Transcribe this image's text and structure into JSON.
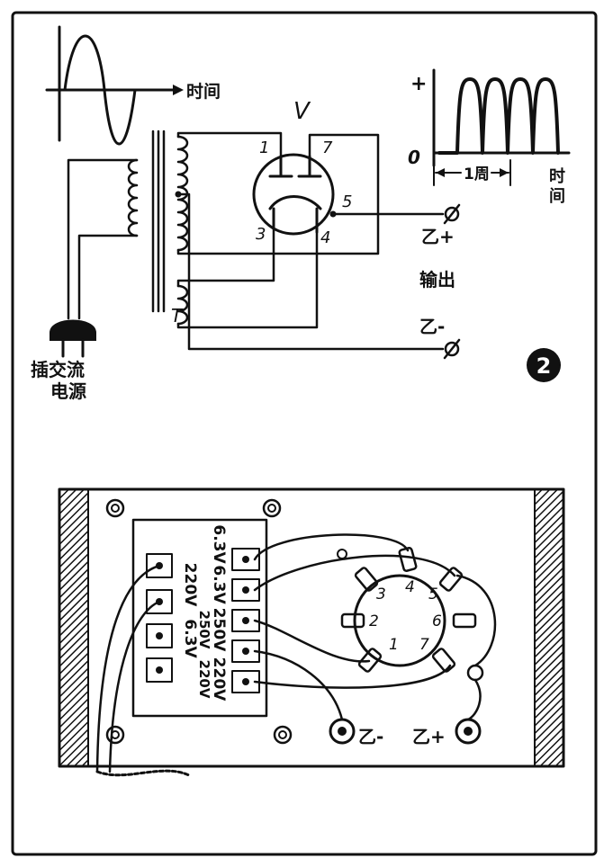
{
  "figure_number": "2",
  "schematic": {
    "tube_label": "V",
    "transformer_label": "T",
    "pins": {
      "p1": "1",
      "p7": "7",
      "p5": "5",
      "p3": "3",
      "p4": "4"
    },
    "plug_label_line1": "插交流",
    "plug_label_line2": "电源",
    "output_label": "输出",
    "b_plus": "乙+",
    "b_minus": "乙-",
    "input_wave": {
      "time_label": "时间"
    },
    "output_wave": {
      "plus": "+",
      "zero": "0",
      "period_label": "1周",
      "time_label_1": "时",
      "time_label_2": "间"
    }
  },
  "layout_board": {
    "tap_labels": [
      "6.3V",
      "220V",
      "250V",
      "6.3V",
      "220V",
      "6.3V",
      "250V",
      "220V"
    ],
    "socket_pins": [
      "3",
      "4",
      "5",
      "2",
      "6",
      "1",
      "7"
    ],
    "terminal_minus": "乙-",
    "terminal_plus": "乙+"
  }
}
